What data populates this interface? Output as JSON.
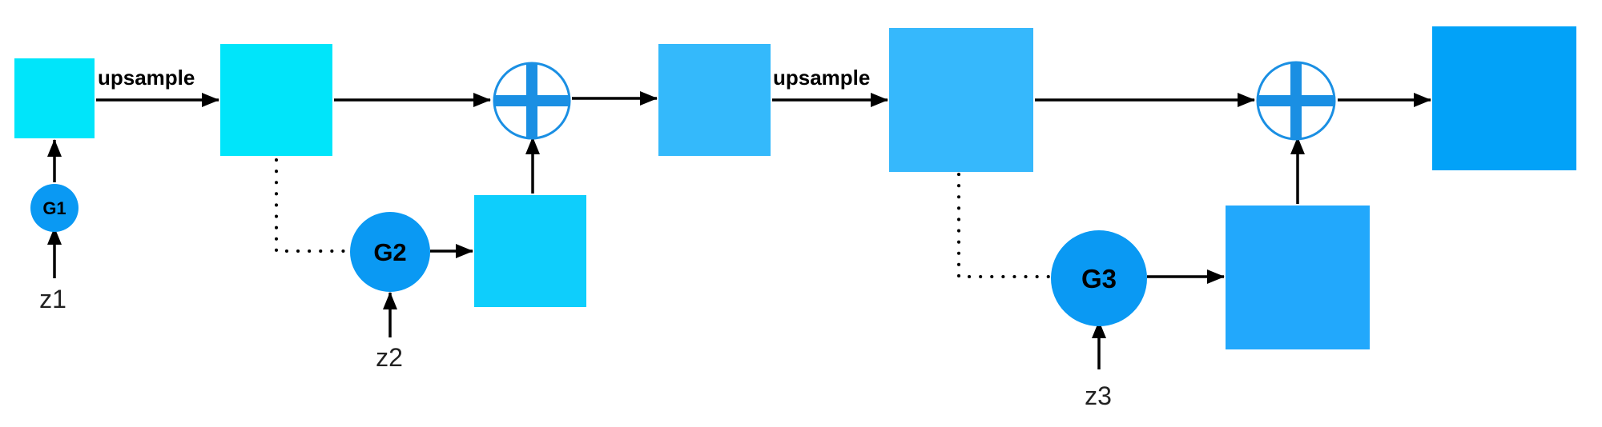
{
  "colors": {
    "level1": "#00E5FA",
    "level1_residual": "#0ECEFC",
    "level2_input": "#34B9FB",
    "level2_upsampled": "#36B8FC",
    "level2_residual": "#22A8FC",
    "output": "#02A2F8",
    "generator": "#0A99F3",
    "adder_stroke": "#1A8FE3"
  },
  "labels": {
    "upsample_1": "upsample",
    "upsample_2": "upsample"
  },
  "generators": {
    "g1": "G1",
    "g2": "G2",
    "g3": "G3"
  },
  "noise": {
    "z1": "z1",
    "z2": "z2",
    "z3": "z3"
  }
}
